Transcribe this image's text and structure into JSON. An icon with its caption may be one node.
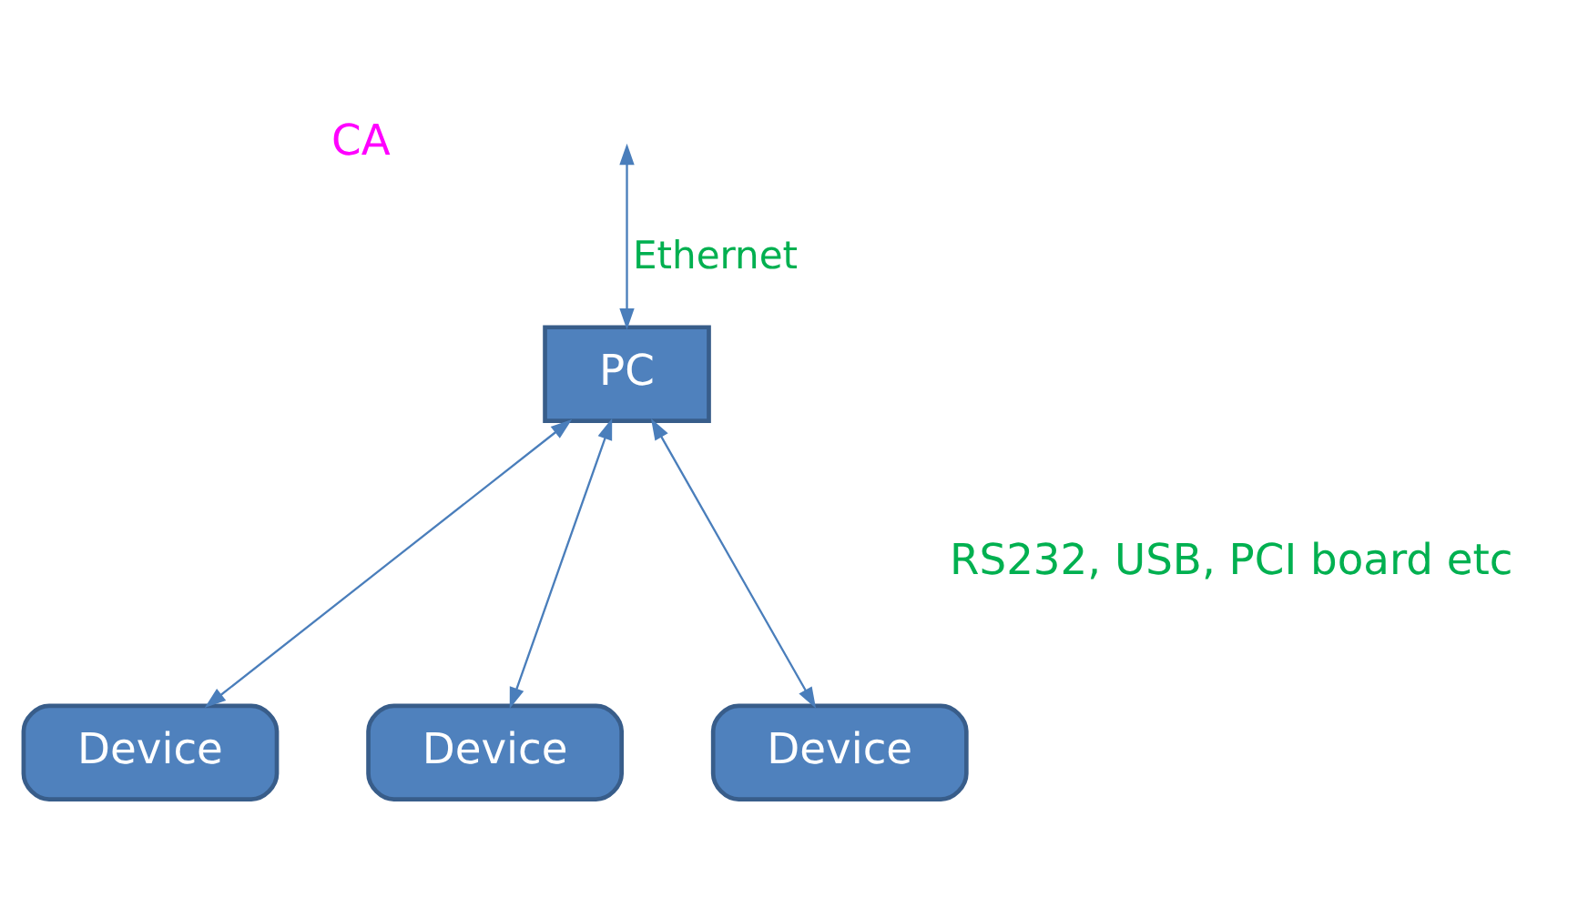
{
  "diagram": {
    "nodes": [
      {
        "text": [
          "PC"
        ]
      },
      {
        "text": [
          "Device"
        ]
      },
      {
        "text": [
          "Device"
        ]
      },
      {
        "text": [
          "Device"
        ]
      }
    ],
    "edges": [
      {
        "from": null,
        "to": 0,
        "arrow": "both",
        "label": "Ethernet"
      },
      {
        "from": 0,
        "to": 1,
        "arrow": "both"
      },
      {
        "from": 0,
        "to": 2,
        "arrow": "both"
      },
      {
        "from": 0,
        "to": 3,
        "arrow": "both"
      }
    ],
    "labels": [
      "CA",
      "RS232, USB, PCI board etc"
    ]
  }
}
